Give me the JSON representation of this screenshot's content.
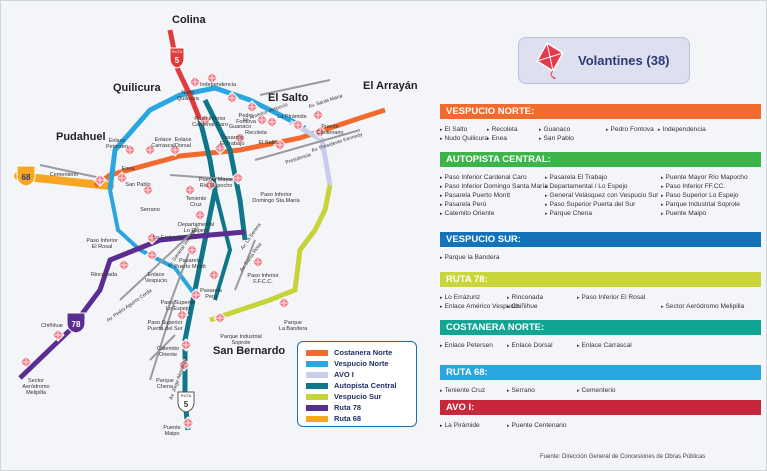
{
  "header": {
    "title": "Volantines (38)"
  },
  "places": {
    "colina": "Colina",
    "quilicura": "Quilicura",
    "el_salto": "El Salto",
    "el_arrayan": "El Arrayán",
    "pudahuel": "Pudahuel",
    "san_bernardo": "San Bernardo"
  },
  "shields": {
    "ruta5": "5",
    "ruta68": "68",
    "ruta78": "78",
    "ruta_word": "RUTA"
  },
  "roads": {
    "americo_vespucio": "Av. Américo Vespucio",
    "santa_maria": "Av. Santa María",
    "presidente_kennedy": "Av. Presidente Kennedy",
    "la_piramide": "La Pirámide",
    "gral_velasquez": "Av. General Velásquez",
    "pedro_aguirre_cerda": "Av. Pedro Aguirre Cerda",
    "santa_rosa": "Av. Santa Rosa",
    "la_serena": "Av. La Serena",
    "vicuna_mackenna": "Av. Vicuña Mackenna",
    "via_oriente": "Av. Jorge Alessandri",
    "presidencia": "Presidencia"
  },
  "stations": {
    "nudo_quilicura": "Nudo\nQuilicura",
    "independencia": "Independencia",
    "paso_inferior_cardenal_caro": "Paso Inferior\nCardenal Caro",
    "pedro_fontova": "Pedro\nFontova",
    "pasarela_el_trabajo": "Pasarela\nEl Trabajo",
    "guanaco": "Guanaco",
    "recoleta": "Recoleta",
    "el_salto_st": "El Salto",
    "la_piramide": "La Pirámide",
    "puente_centenario": "Puente\nCentenario",
    "enlace_petersen": "Enlace\nPetersen",
    "enlace_carrascal": "Enlace\nCarrascal",
    "enlace_dorsal": "Enlace\nDorsal",
    "enea": "Enea",
    "san_pablo": "San Pablo",
    "cementerio": "Cementerio",
    "serrano": "Serrano",
    "puente_mayor_rio_mapocho": "Puente Mayor\nRío Mapocho",
    "teniente_cruz": "Teniente\nCruz",
    "paso_inferior_domingo_sta_maria": "Paso Inferior\nDomingo Sta.María",
    "departamental_lo_espejo": "Departamental\nLo Espejo",
    "paso_inferior_el_rosal": "Paso Inferior\nEl Rosal",
    "lo_errazuriz": "Lo Errázuriz",
    "pasarela_puerto_montt": "Pasarela\nPuerto Montt",
    "enlace_vespucio": "Enlace\nVespucio",
    "rinconada": "Rinconada",
    "paso_inferior_ffcc": "Paso Inferior\nF.F.C.C.",
    "pasarela_peru": "Pasarela\nPerú",
    "paso_superior_lo_espejo": "Paso Superior\nLo Espejo",
    "paso_superior_puerta_del_sur": "Paso Superior\nPuerta del Sur",
    "parque_la_bandera": "Parque\nLa Bandera",
    "parque_industrial_sopole": "Parque Industrial\nSoprole",
    "catemito_oriente": "Catemito\nOriente",
    "chinihue": "Chiñihue",
    "sector_aerodromo_melipilla": "Sector\nAeródromo\nMelipilla",
    "parque_chena": "Parque\nChena",
    "puente_maipo": "Puente\nMaipo"
  },
  "legend": [
    {
      "label": "Costanera Norte",
      "color": "#f26b2e"
    },
    {
      "label": "Vespucio Norte",
      "color": "#29a6df"
    },
    {
      "label": "AVO I",
      "color": "#c9ccea"
    },
    {
      "label": "Autopista Central",
      "color": "#10768a"
    },
    {
      "label": "Vespucio Sur",
      "color": "#c6d43a"
    },
    {
      "label": "Ruta 78",
      "color": "#5b2d91"
    },
    {
      "label": "Ruta 68",
      "color": "#f6a623"
    }
  ],
  "sections": [
    {
      "title": "VESPUCIO NORTE:",
      "color": "#f26b2e",
      "items": [
        "El Salto",
        "Recoleta",
        "Guanaco",
        "Pedro Fontova",
        "Independencia",
        "Nudo Quilicura",
        "Enea",
        "San Pablo"
      ]
    },
    {
      "title": "AUTOPISTA CENTRAL:",
      "color": "#3bb44a",
      "items": [
        "Paso Inferior Cardenal Caro",
        "Pasarela El Trabajo",
        "Puente Mayor Río Mapocho",
        "Paso Inferior Domingo Santa María",
        "Departamental / Lo Espejo",
        "Paso Inferior FF.CC.",
        "Pasarela Puerto Montt",
        "General Velásquez con Vespucio Sur",
        "Paso Superior Lo Espejo",
        "Pasarela Perú",
        "Paso Superior Puerta del Sur",
        "Parque Industrial Soprole",
        "Catemito Oriente",
        "Parque Chena",
        "Puente Maipo"
      ]
    },
    {
      "title": "VESPUCIO SUR:",
      "color": "#1473b8",
      "items": [
        "Parque la Bandera"
      ]
    },
    {
      "title": "RUTA 78:",
      "color": "#c9d53a",
      "items": [
        "Lo Errázuriz",
        "Rinconada",
        "Paso Inferior El Rosal",
        "Enlace Américo Vespucio",
        "Chiñihue",
        "Sector Aeródromo Melipilla"
      ]
    },
    {
      "title": "COSTANERA NORTE:",
      "color": "#12a594",
      "items": [
        "Enlace Petersen",
        "Enlace Dorsal",
        "Enlace Carrascal"
      ]
    },
    {
      "title": "RUTA 68:",
      "color": "#29a6df",
      "items": [
        "Teniente Cruz",
        "Serrano",
        "Cementerio"
      ]
    },
    {
      "title": "AVO I:",
      "color": "#c6273a",
      "items": [
        "La Pirámide",
        "Puente Centenario"
      ]
    }
  ],
  "source": "Fuente: Dirección General de Concesiones de Obras Públicas"
}
